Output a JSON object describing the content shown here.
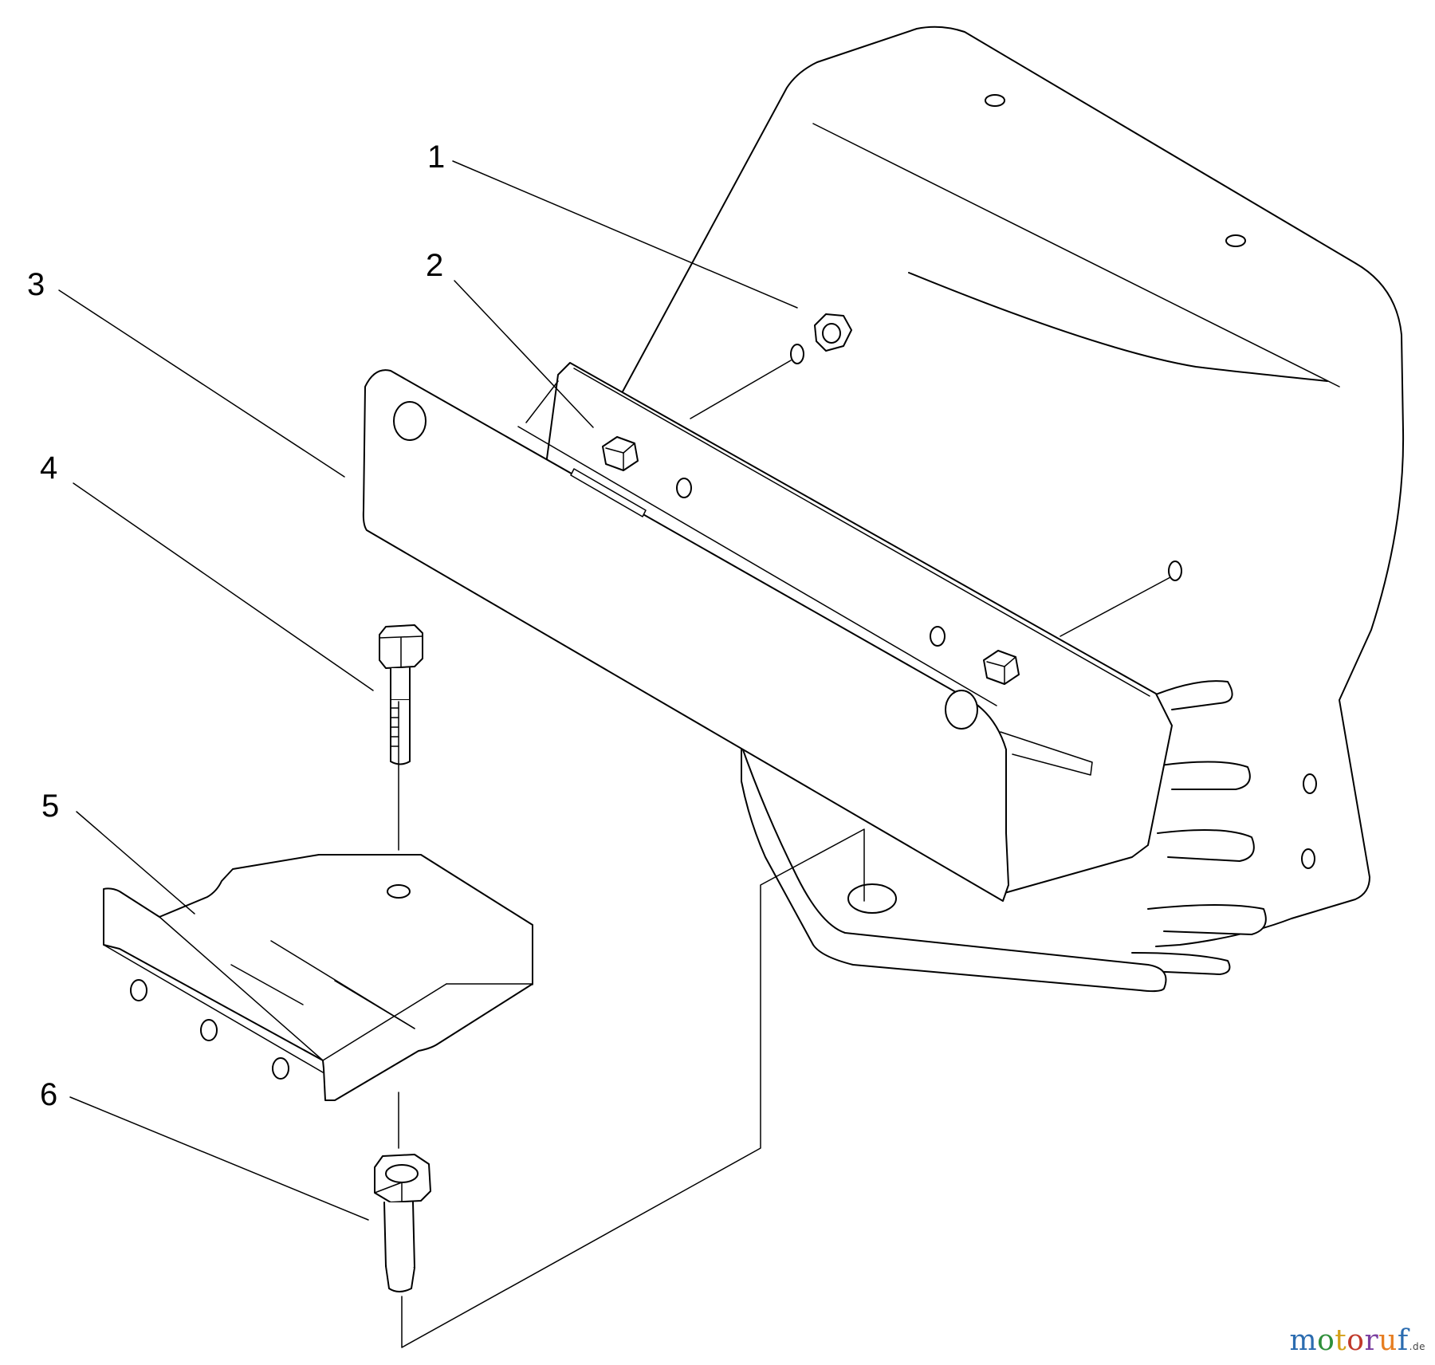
{
  "callouts": [
    {
      "id": "1",
      "label": "1"
    },
    {
      "id": "2",
      "label": "2"
    },
    {
      "id": "3",
      "label": "3"
    },
    {
      "id": "4",
      "label": "4"
    },
    {
      "id": "5",
      "label": "5"
    },
    {
      "id": "6",
      "label": "6"
    }
  ],
  "watermark": {
    "letters": [
      "m",
      "o",
      "t",
      "o",
      "r",
      "u",
      "f"
    ],
    "colors": [
      "#2b6cb0",
      "#2f8f3a",
      "#d4a017",
      "#c0392b",
      "#7b3fa0",
      "#e67e22",
      "#2b6cb0"
    ],
    "suffix": ".de"
  }
}
